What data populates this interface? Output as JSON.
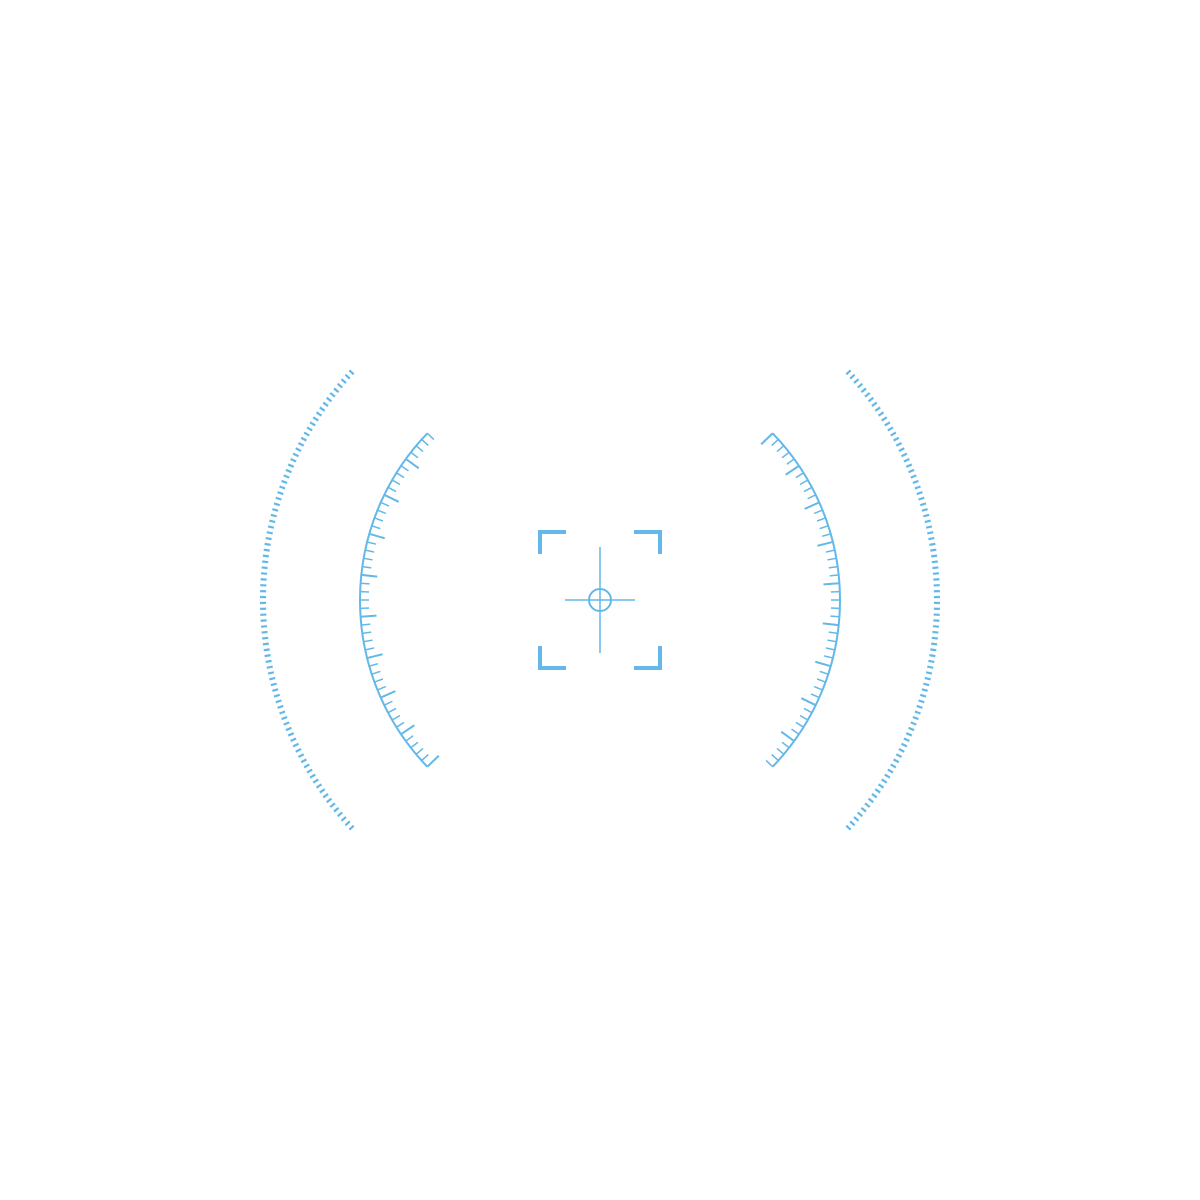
{
  "hud": {
    "accent_color": "#63b8e8",
    "background_color": "#ffffff",
    "elements": [
      "focus-bracket-icon",
      "crosshair-icon",
      "inner-scale-arc-left",
      "inner-scale-arc-right",
      "outer-tick-arc-left",
      "outer-tick-arc-right"
    ]
  }
}
